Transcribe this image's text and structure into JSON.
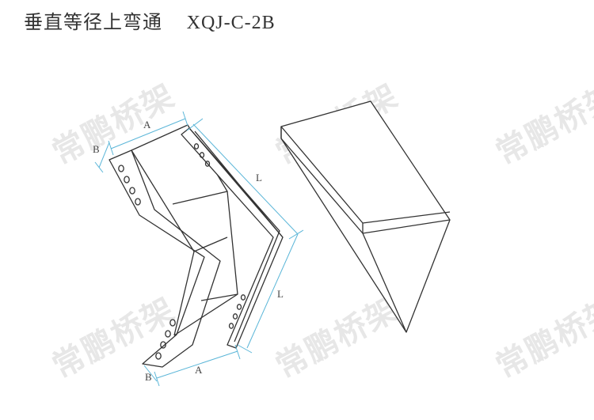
{
  "title": "垂直等径上弯通",
  "model": "XQJ-C-2B",
  "watermark": "常鹏桥架",
  "dimensions": {
    "A_top": "A",
    "B_top": "B",
    "L_upper": "L",
    "L_lower": "L",
    "A_bottom": "A",
    "B_bottom": "B"
  },
  "colors": {
    "line": "#333333",
    "dimension": "#5bb6d8",
    "watermark": "#b9b9b9"
  }
}
